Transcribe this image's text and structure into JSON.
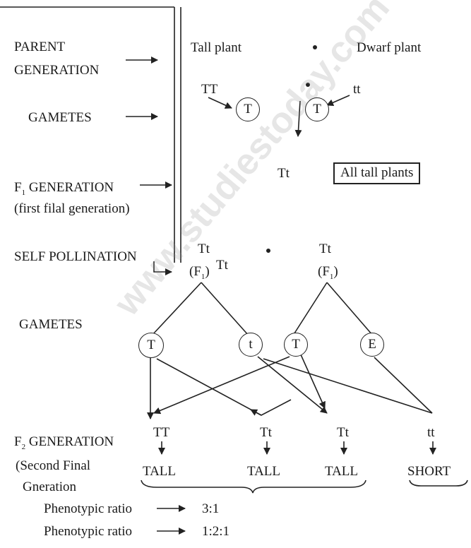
{
  "left_labels": {
    "parent_line1": "PARENT",
    "parent_line2": "GENERATION",
    "gametes_top": "GAMETES",
    "f1_pre": "F",
    "f1_sub": "1",
    "f1_post": " GENERATION",
    "f1_sub_label": "(first filal generation)",
    "self_pollination": "SELF POLLINATION",
    "gametes_bottom": "GAMETES",
    "f2_pre": "F",
    "f2_sub": "2",
    "f2_post": " GENERATION",
    "f2_line2": "(Second Final",
    "f2_line3": "Gneration"
  },
  "parents": {
    "tall": "Tall plant",
    "dwarf": "Dwarf plant",
    "tall_genotype": "TT",
    "dwarf_genotype": "tt",
    "tall_gamete": "T",
    "dwarf_gamete": "T"
  },
  "f1": {
    "genotype": "Tt",
    "result": "All tall plants"
  },
  "self_cross": {
    "left_genotype": "Tt",
    "left_f1_pre": "(F",
    "left_f1_sub": "1",
    "left_f1_post": ")",
    "extra_genotype": "Tt",
    "right_genotype": "Tt",
    "right_f1_pre": "(F",
    "right_f1_sub": "1",
    "right_f1_post": ")",
    "gametes": [
      "T",
      "t",
      "T",
      "E"
    ]
  },
  "f2": {
    "genotypes": [
      "TT",
      "Tt",
      "Tt",
      "tt"
    ],
    "phenotypes": [
      "TALL",
      "TALL",
      "TALL",
      "SHORT"
    ]
  },
  "ratios": [
    {
      "label": "Phenotypic ratio",
      "value": "3:1"
    },
    {
      "label": "Phenotypic ratio",
      "value": "1:2:1"
    }
  ],
  "watermark": "www.studiestoday.com"
}
